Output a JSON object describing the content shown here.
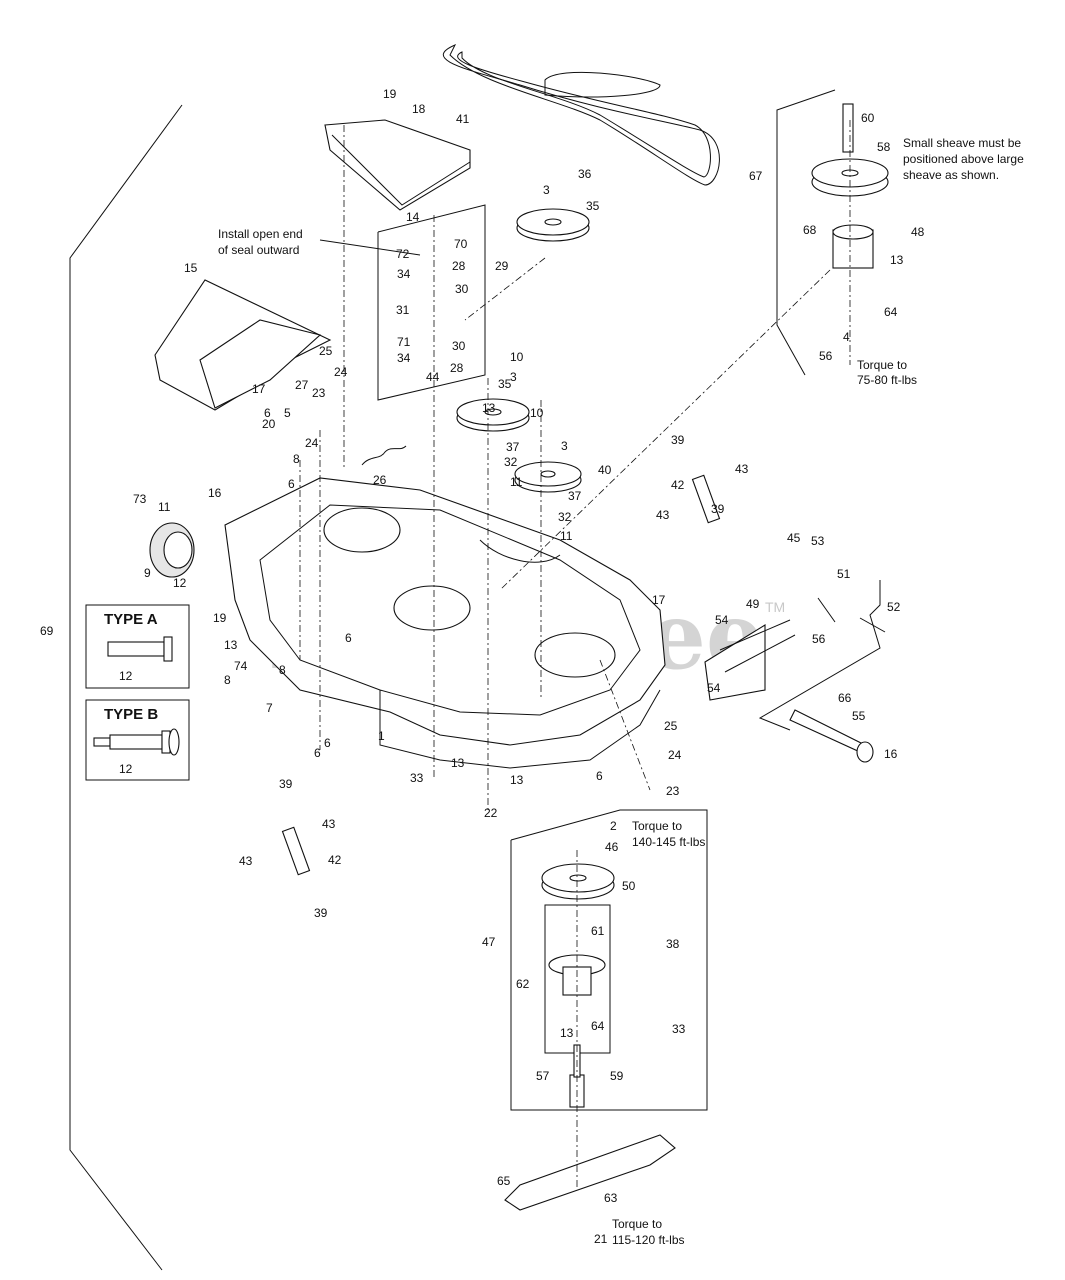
{
  "watermark": {
    "text": "PartsTree",
    "trademark": "TM"
  },
  "notes": {
    "seal": [
      "Install open end",
      "of seal outward"
    ],
    "sheave": [
      "Small sheave must be",
      "positioned above large",
      "sheave as shown."
    ],
    "torque_56": [
      "Torque to",
      "75-80 ft-lbs"
    ],
    "torque_2": [
      "Torque to",
      "140-145 ft-lbs"
    ],
    "torque_21": [
      "Torque to",
      "115-120 ft-lbs"
    ]
  },
  "type_boxes": [
    {
      "label": "TYPE A",
      "part": "12"
    },
    {
      "label": "TYPE B",
      "part": "12"
    }
  ],
  "callouts": [
    "1",
    "2",
    "3",
    "3",
    "3",
    "4",
    "5",
    "6",
    "6",
    "6",
    "6",
    "6",
    "6",
    "7",
    "8",
    "8",
    "8",
    "9",
    "10",
    "10",
    "11",
    "11",
    "11",
    "12",
    "13",
    "13",
    "13",
    "13",
    "13",
    "13",
    "14",
    "15",
    "16",
    "16",
    "17",
    "17",
    "18",
    "19",
    "19",
    "20",
    "21",
    "22",
    "23",
    "23",
    "24",
    "24",
    "24",
    "25",
    "25",
    "26",
    "27",
    "28",
    "28",
    "29",
    "30",
    "30",
    "31",
    "32",
    "32",
    "33",
    "33",
    "34",
    "34",
    "35",
    "35",
    "36",
    "37",
    "37",
    "38",
    "39",
    "39",
    "39",
    "39",
    "40",
    "41",
    "42",
    "42",
    "43",
    "43",
    "43",
    "43",
    "44",
    "45",
    "46",
    "47",
    "48",
    "49",
    "50",
    "51",
    "52",
    "53",
    "54",
    "54",
    "55",
    "56",
    "56",
    "57",
    "58",
    "59",
    "60",
    "61",
    "62",
    "63",
    "64",
    "64",
    "65",
    "66",
    "67",
    "68",
    "69",
    "70",
    "71",
    "72",
    "73",
    "74"
  ]
}
